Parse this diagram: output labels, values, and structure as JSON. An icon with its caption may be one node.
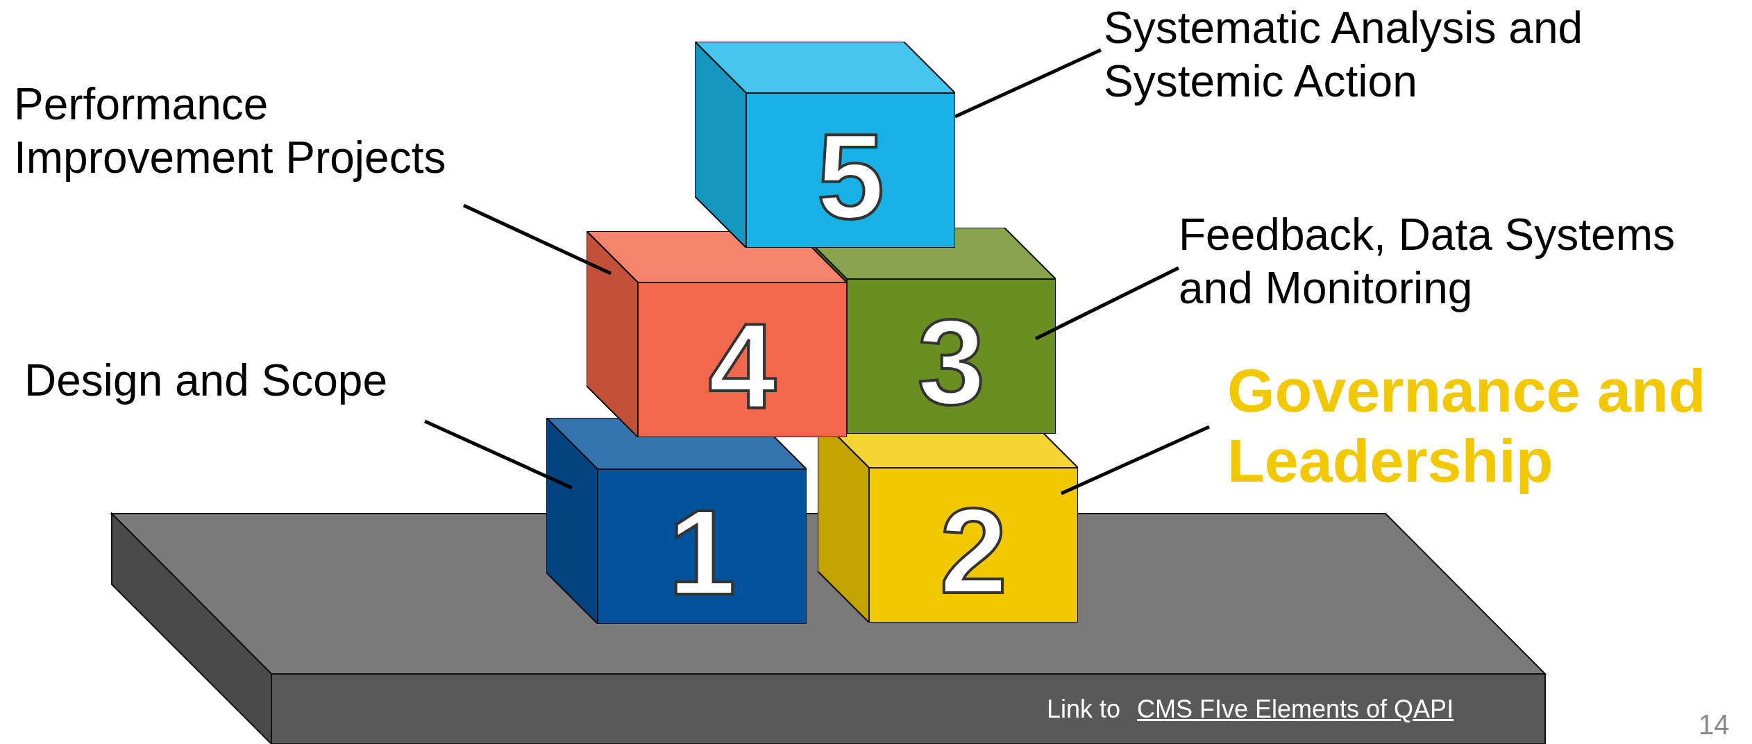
{
  "diagram": {
    "nodes": [
      {
        "text": [
          "Systematic Analysis and Systemic Action"
        ]
      },
      {
        "text": [
          "Performance Improvement Projects"
        ]
      },
      {
        "text": [
          "5"
        ]
      },
      {
        "text": [
          "Feedback, Data Systems and Monitoring"
        ]
      },
      {
        "text": [
          "4"
        ]
      },
      {
        "text": [
          "3"
        ]
      },
      {
        "text": [
          "Design and Scope"
        ]
      },
      {
        "text": [
          "Governance and Leadership"
        ]
      },
      {
        "text": [
          "1"
        ]
      },
      {
        "text": [
          "2"
        ]
      }
    ],
    "edges": [
      {
        "from": 0,
        "to": 2,
        "arrow": "none"
      },
      {
        "from": 1,
        "to": 4,
        "arrow": "none"
      },
      {
        "from": 3,
        "to": 5,
        "arrow": "none"
      },
      {
        "from": 6,
        "to": 8,
        "arrow": "none"
      },
      {
        "from": 7,
        "to": 9,
        "arrow": "none"
      }
    ],
    "labels": [
      "Link to",
      "CMS FIve Elements of QAPI",
      "14"
    ]
  }
}
